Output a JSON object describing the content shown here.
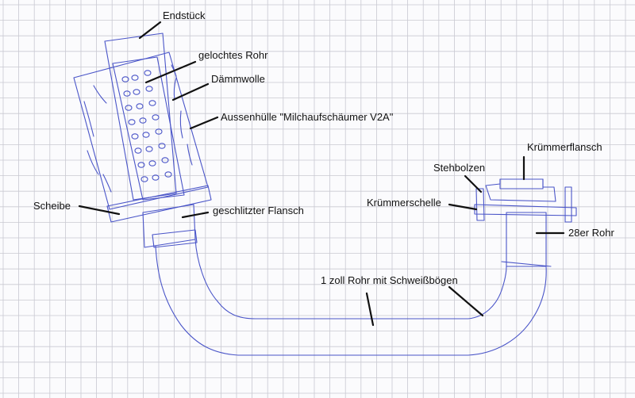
{
  "labels": {
    "endstueck": "Endstück",
    "gelochtes_rohr": "gelochtes Rohr",
    "daemmwolle": "Dämmwolle",
    "aussenhuelle": "Aussenhülle \"Milchaufschäumer V2A\"",
    "scheibe": "Scheibe",
    "flansch": "geschlitzter Flansch",
    "kruemmerflansch": "Krümmerflansch",
    "stehbolzen": "Stehbolzen",
    "kruemmerschelle": "Krümmerschelle",
    "rohr28": "28er Rohr",
    "rohr1zoll": "1 zoll Rohr mit Schweißbögen"
  },
  "colors": {
    "ink": "#4a55c8",
    "text": "#111111",
    "grid": "#c9c9d2",
    "paper": "#fbfbfd"
  }
}
